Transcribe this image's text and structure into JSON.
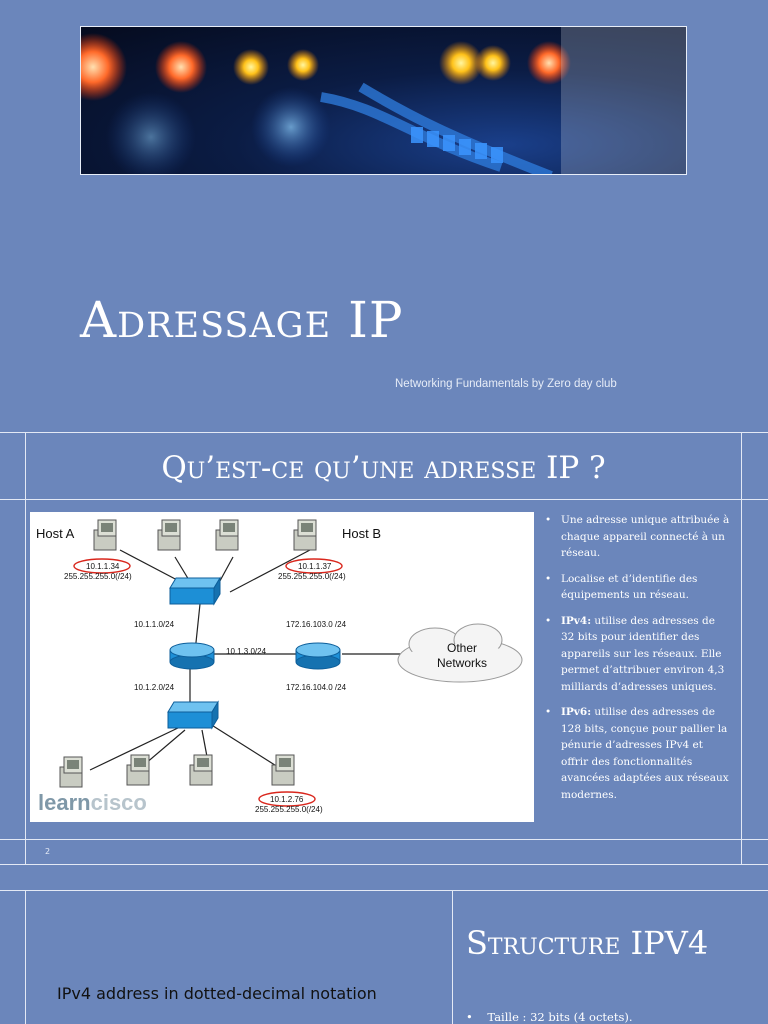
{
  "slide1": {
    "banner_image": "network-cables-image",
    "title": "Adressage IP",
    "subtitle": "Networking Fundamentals by Zero day club"
  },
  "slide2": {
    "title": "Qu’est-ce qu’une adresse IP ?",
    "diagram": {
      "image": "network-topology-diagram",
      "host_a": "Host A",
      "host_b": "Host B",
      "host_a_ip": "10.1.1.34",
      "host_a_mask": "255.255.255.0(/24)",
      "host_b_ip": "10.1.1.37",
      "host_b_mask": "255.255.255.0(/24)",
      "bottom_ip": "10.1.2.76",
      "bottom_mask": "255.255.255.0(/24)",
      "net_top": "10.1.1.0/24",
      "net_mid": "10.1.3.0/24",
      "net_bottom": "10.1.2.0/24",
      "net_right_top": "172.16.103.0 /24",
      "net_right_bottom": "172.16.104.0 /24",
      "cloud_line1": "Other",
      "cloud_line2": "Networks",
      "logo_learn": "learn",
      "logo_cisco": "cisco"
    },
    "bullets": [
      {
        "bold": "",
        "text": "Une adresse unique attribuée à chaque appareil connecté à un réseau."
      },
      {
        "bold": "",
        "text": "Localise et d’identifie des équipements un réseau."
      },
      {
        "bold": "IPv4:",
        "text": " utilise des adresses de 32 bits pour identifier des appareils sur les réseaux. Elle permet d’attribuer environ 4,3 milliards d’adresses uniques."
      },
      {
        "bold": "IPv6:",
        "text": " utilise des adresses de 128 bits, conçue pour pallier la pénurie d’adresses IPv4 et offrir des fonctionnalités avancées adaptées aux réseaux modernes."
      }
    ],
    "bullet_symbol": "•",
    "slide_number": "2"
  },
  "slide3": {
    "caption": "IPv4 address in dotted-decimal notation",
    "title": "Structure IPV4",
    "bullet_symbol": "•",
    "bullet": "Taille : 32 bits (4 octets)."
  },
  "colors": {
    "background": "#6b86bb",
    "grid_lines": "#e3e9f5",
    "highlight_ellipse": "#d9261c",
    "switch_router_blue": "#1d8fd6"
  }
}
